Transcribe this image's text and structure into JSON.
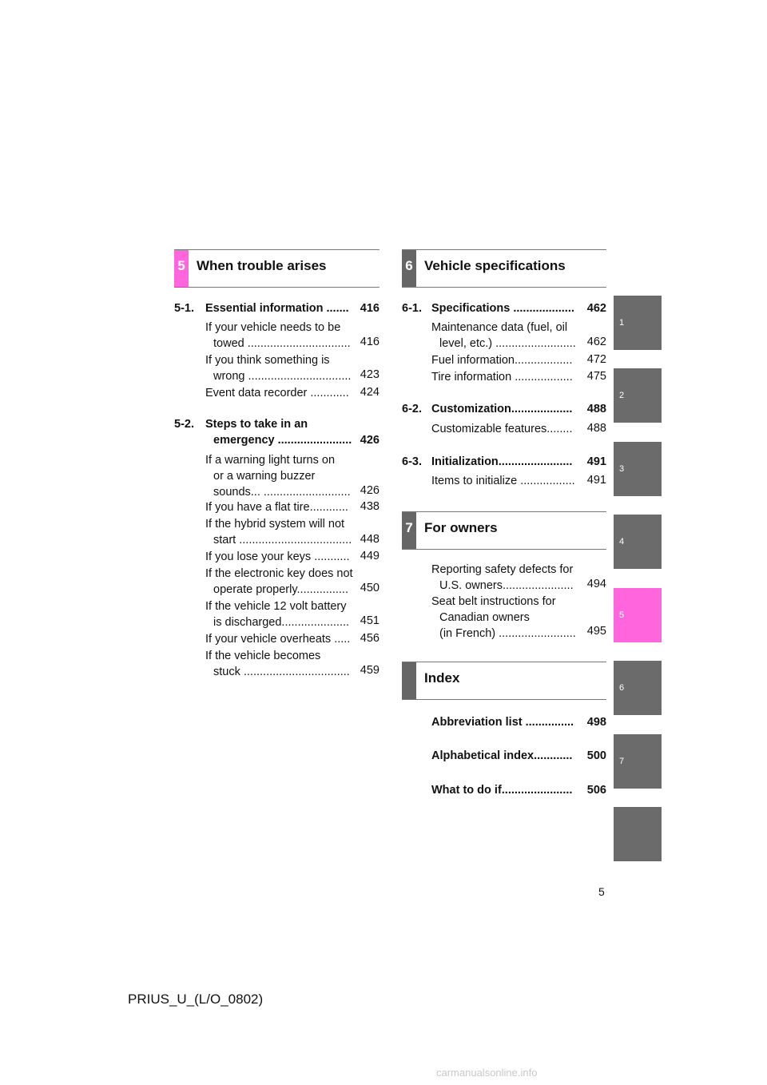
{
  "sections": {
    "s5": {
      "num": "5",
      "title": "When trouble arises"
    },
    "s6": {
      "num": "6",
      "title": "Vehicle specifications"
    },
    "s7": {
      "num": "7",
      "title": "For owners"
    },
    "idx": {
      "title": "Index"
    }
  },
  "left": {
    "e51": {
      "label": "5-1.",
      "title": "Essential information",
      "dots": ".......",
      "page": "416"
    },
    "e51a": {
      "l1": "If your vehicle needs to be",
      "l2": "towed ................................",
      "page": "416"
    },
    "e51b": {
      "l1": "If you think something is",
      "l2": "wrong ................................",
      "page": "423"
    },
    "e51c": {
      "l1": "Event data recorder ............",
      "page": "424"
    },
    "e52": {
      "label": "5-2.",
      "l1": "Steps to take in an",
      "l2": "emergency .......................",
      "page": "426"
    },
    "e52a": {
      "l1": "If a warning light turns on",
      "l2": "or a warning buzzer",
      "l3": "sounds... ...........................",
      "page": "426"
    },
    "e52b": {
      "l1": "If you have a flat tire............",
      "page": "438"
    },
    "e52c": {
      "l1": "If the hybrid system will not",
      "l2": "start ...................................",
      "page": "448"
    },
    "e52d": {
      "l1": "If you lose your keys ...........",
      "page": "449"
    },
    "e52e": {
      "l1": "If the electronic key does not",
      "l2": "operate properly................",
      "page": "450"
    },
    "e52f": {
      "l1": "If the vehicle 12 volt battery",
      "l2": "is discharged.....................",
      "page": "451"
    },
    "e52g": {
      "l1": "If your vehicle overheats .....",
      "page": "456"
    },
    "e52h": {
      "l1": "If the vehicle becomes",
      "l2": "stuck .................................",
      "page": "459"
    }
  },
  "right": {
    "e61": {
      "label": "6-1.",
      "title": "Specifications ...................",
      "page": "462"
    },
    "e61a": {
      "l1": "Maintenance data (fuel, oil",
      "l2": "level, etc.) .........................",
      "page": "462"
    },
    "e61b": {
      "l1": "Fuel information..................",
      "page": "472"
    },
    "e61c": {
      "l1": "Tire information ..................",
      "page": "475"
    },
    "e62": {
      "label": "6-2.",
      "title": "Customization...................",
      "page": "488"
    },
    "e62a": {
      "l1": "Customizable features........",
      "page": "488"
    },
    "e63": {
      "label": "6-3.",
      "title": "Initialization.......................",
      "page": "491"
    },
    "e63a": {
      "l1": "Items to initialize .................",
      "page": "491"
    },
    "e7a": {
      "l1": "Reporting safety defects for",
      "l2": "U.S. owners......................",
      "page": "494"
    },
    "e7b": {
      "l1": "Seat belt instructions for",
      "l2": "Canadian owners",
      "l3": "(in French) ........................",
      "page": "495"
    },
    "ix1": {
      "l1": "Abbreviation list ...............",
      "page": "498"
    },
    "ix2": {
      "l1": "Alphabetical index............",
      "page": "500"
    },
    "ix3": {
      "l1": "What to do if......................",
      "page": "506"
    }
  },
  "tabs": [
    "1",
    "2",
    "3",
    "4",
    "5",
    "6",
    "7",
    ""
  ],
  "active_tab": "5",
  "page_number": "5",
  "footer_id": "PRIUS_U_(L/O_0802)",
  "watermark": "carmanualsonline.info",
  "colors": {
    "accent": "#ff66dd",
    "tab_gray": "#6b6b6b",
    "head_gray": "#666666"
  }
}
